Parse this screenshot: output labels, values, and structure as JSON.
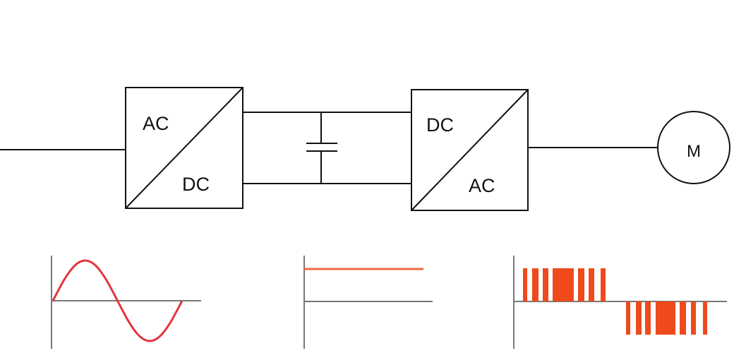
{
  "rectifier": {
    "top_label": "AC",
    "bottom_label": "DC"
  },
  "inverter": {
    "top_label": "DC",
    "bottom_label": "AC"
  },
  "motor": {
    "label": "M"
  },
  "colors": {
    "line": "#111111",
    "axis": "#777777",
    "sine_wave": "#e3343f",
    "dc_level": "#f06a4a",
    "pwm_pulses": "#ee4a1c"
  },
  "waveforms": {
    "input": {
      "shape": "sine"
    },
    "dc_link": {
      "shape": "constant"
    },
    "output": {
      "shape": "pwm"
    }
  }
}
